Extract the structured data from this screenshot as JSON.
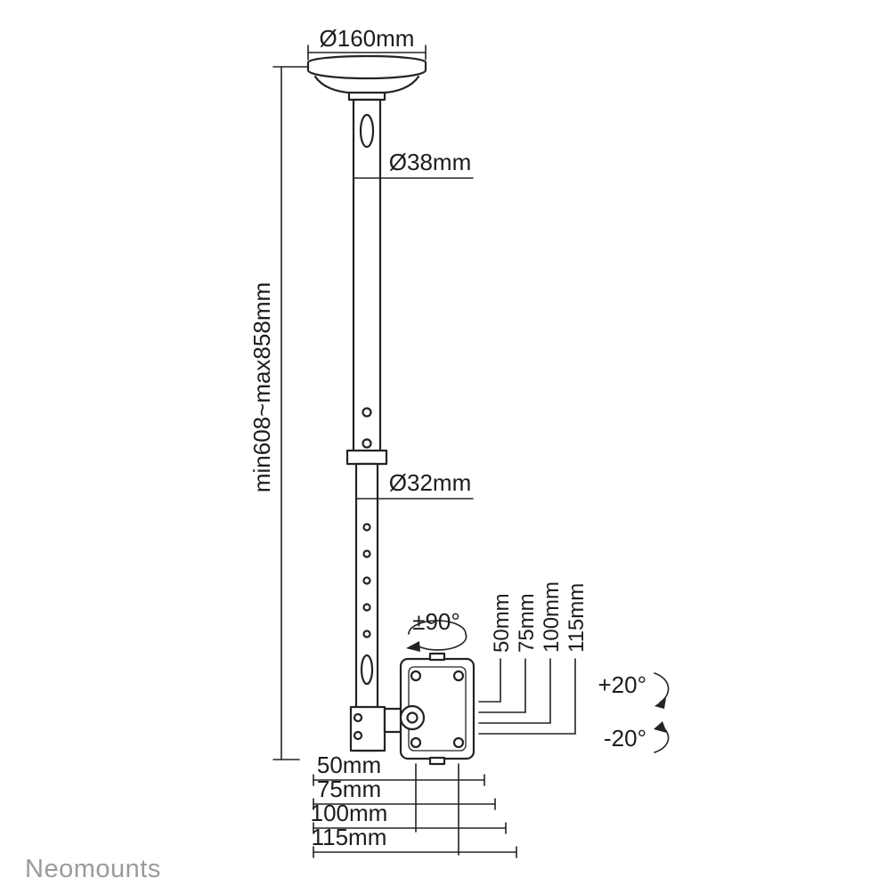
{
  "brand": "Neomounts",
  "labels": {
    "top_diameter": "Ø160mm",
    "pole_upper_diameter": "Ø38mm",
    "height_range": "min608~max858mm",
    "pole_lower_diameter": "Ø32mm",
    "rotation": "±90°",
    "tilt_up": "+20°",
    "tilt_down": "-20°"
  },
  "vesa_vertical": [
    "50mm",
    "75mm",
    "100mm",
    "115mm"
  ],
  "vesa_horizontal": [
    "50mm",
    "75mm",
    "100mm",
    "115mm"
  ],
  "colors": {
    "line": "#232323",
    "brand_text": "#9b9b9b",
    "background": "#ffffff"
  }
}
